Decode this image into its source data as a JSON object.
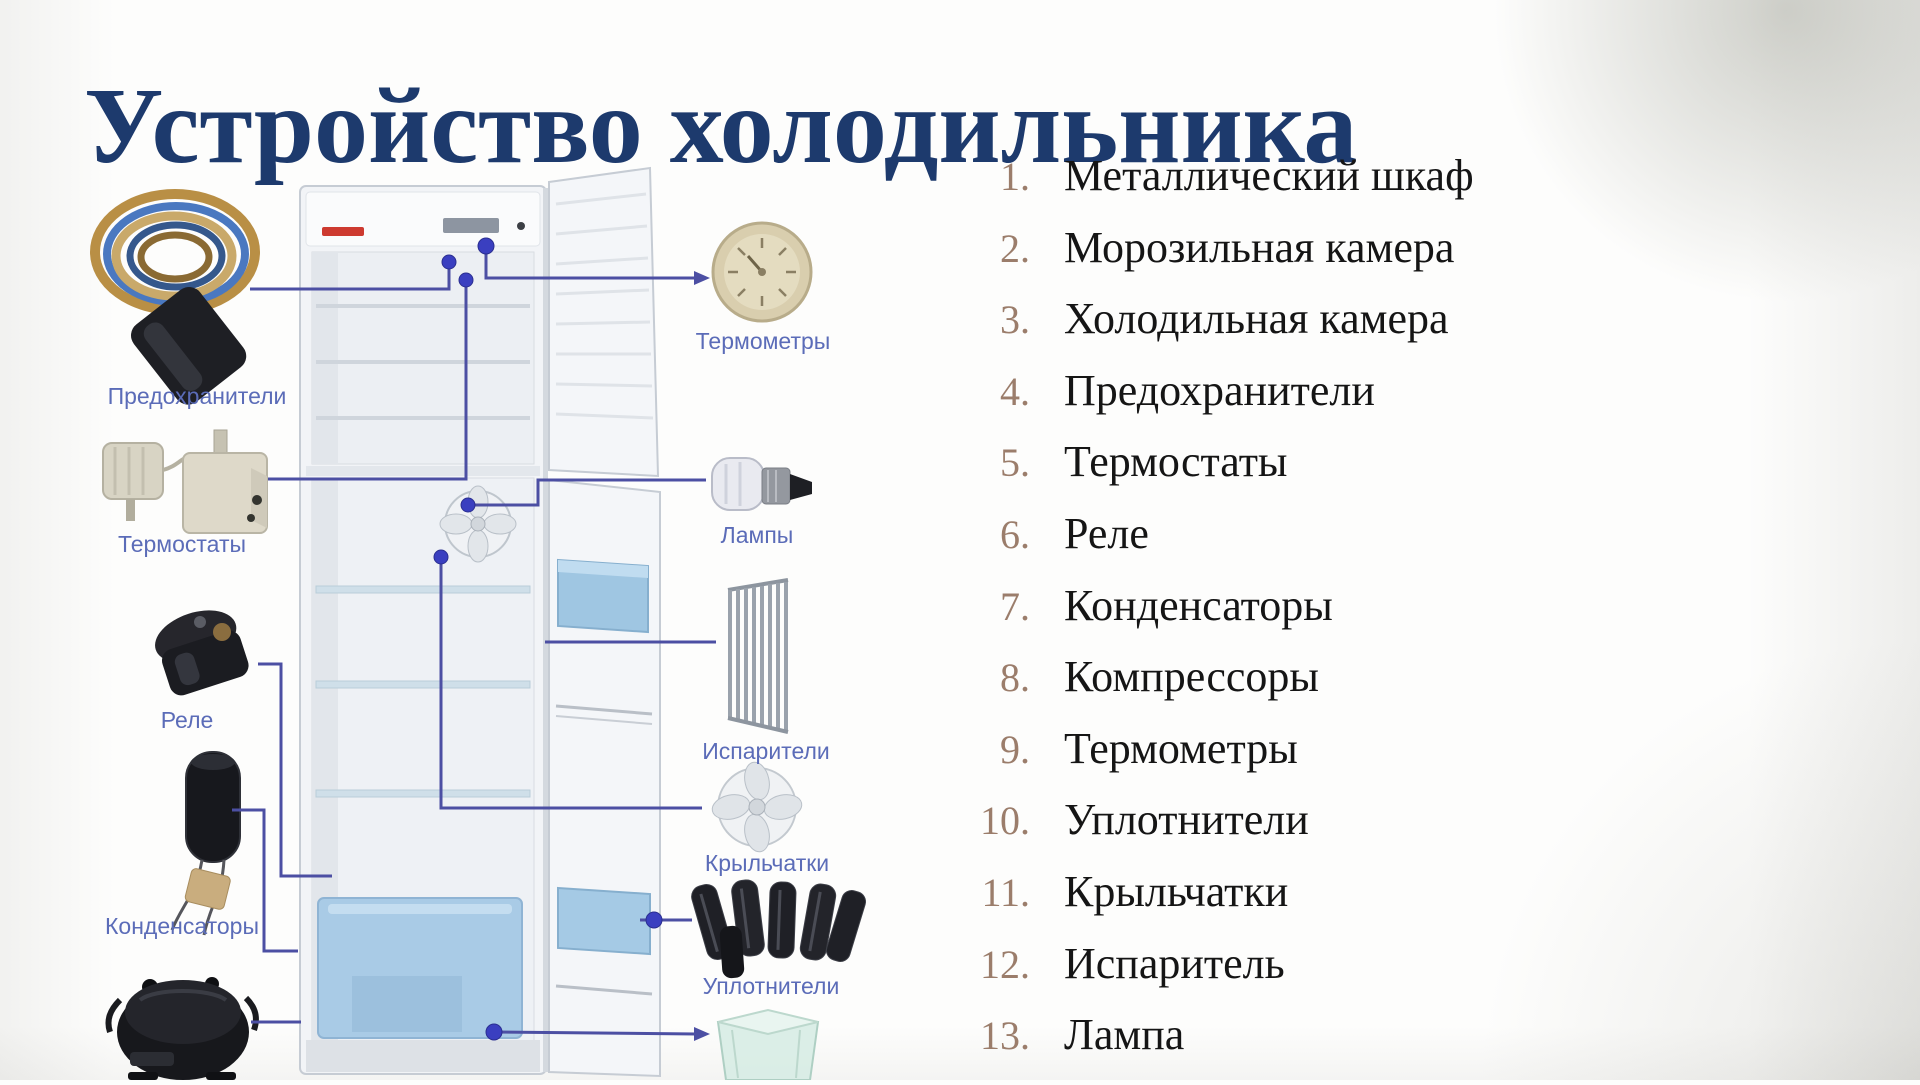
{
  "title": "Устройство холодильника",
  "colors": {
    "title_color": "#1d3a6d",
    "list_number_color": "#9b7d6b",
    "list_text_color": "#151515",
    "label_color": "#5b6cb8",
    "connector_color": "#4c4fa3",
    "dot_color": "#3a3fc0"
  },
  "parts_list": {
    "items": [
      {
        "num": "1.",
        "label": "Металлический шкаф"
      },
      {
        "num": "2.",
        "label": "Морозильная камера"
      },
      {
        "num": "3.",
        "label": "Холодильная камера"
      },
      {
        "num": "4.",
        "label": "Предохранители"
      },
      {
        "num": "5.",
        "label": "Термостаты"
      },
      {
        "num": "6.",
        "label": "Реле"
      },
      {
        "num": "7.",
        "label": "Конденсаторы"
      },
      {
        "num": "8.",
        "label": "Компрессоры"
      },
      {
        "num": "9.",
        "label": "Термометры"
      },
      {
        "num": "10.",
        "label": "Уплотнители"
      },
      {
        "num": "11.",
        "label": "Крыльчатки"
      },
      {
        "num": "12.",
        "label": "Испаритель"
      },
      {
        "num": "13.",
        "label": "Лампа"
      }
    ]
  },
  "diagram": {
    "labels": [
      {
        "id": "fuses",
        "text": "Предохранители"
      },
      {
        "id": "thermostats",
        "text": "Термостаты"
      },
      {
        "id": "relay",
        "text": "Реле"
      },
      {
        "id": "condensers",
        "text": "Конденсаторы"
      },
      {
        "id": "thermometers",
        "text": "Термометры"
      },
      {
        "id": "lamps",
        "text": "Лампы"
      },
      {
        "id": "evaporators",
        "text": "Испарители"
      },
      {
        "id": "impellers",
        "text": "Крыльчатки"
      },
      {
        "id": "seals",
        "text": "Уплотнители"
      }
    ]
  }
}
